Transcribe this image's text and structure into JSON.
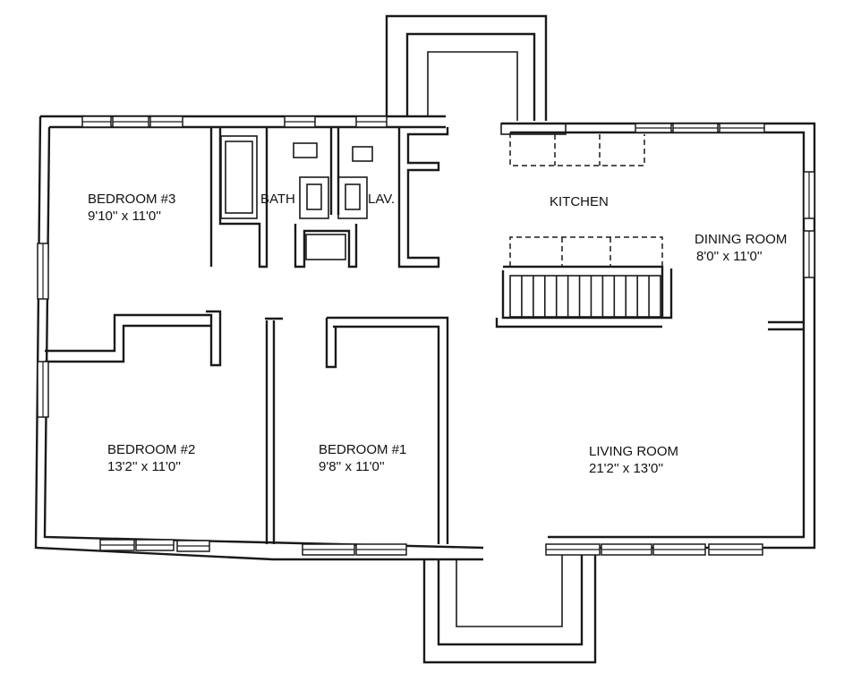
{
  "rooms": {
    "bedroom3": {
      "name": "BEDROOM #3",
      "size": "9'10'' x 11'0''"
    },
    "bath": {
      "name": "BATH"
    },
    "lav": {
      "name": "LAV."
    },
    "kitchen": {
      "name": "KITCHEN"
    },
    "dining_room": {
      "name": "DINING ROOM",
      "size": "8'0'' x 11'0''"
    },
    "bedroom2": {
      "name": "BEDROOM #2",
      "size": "13'2'' x 11'0''"
    },
    "bedroom1": {
      "name": "BEDROOM #1",
      "size": "9'8'' x 11'0''"
    },
    "living_room": {
      "name": "LIVING ROOM",
      "size": "21'2'' x 13'0''"
    }
  }
}
